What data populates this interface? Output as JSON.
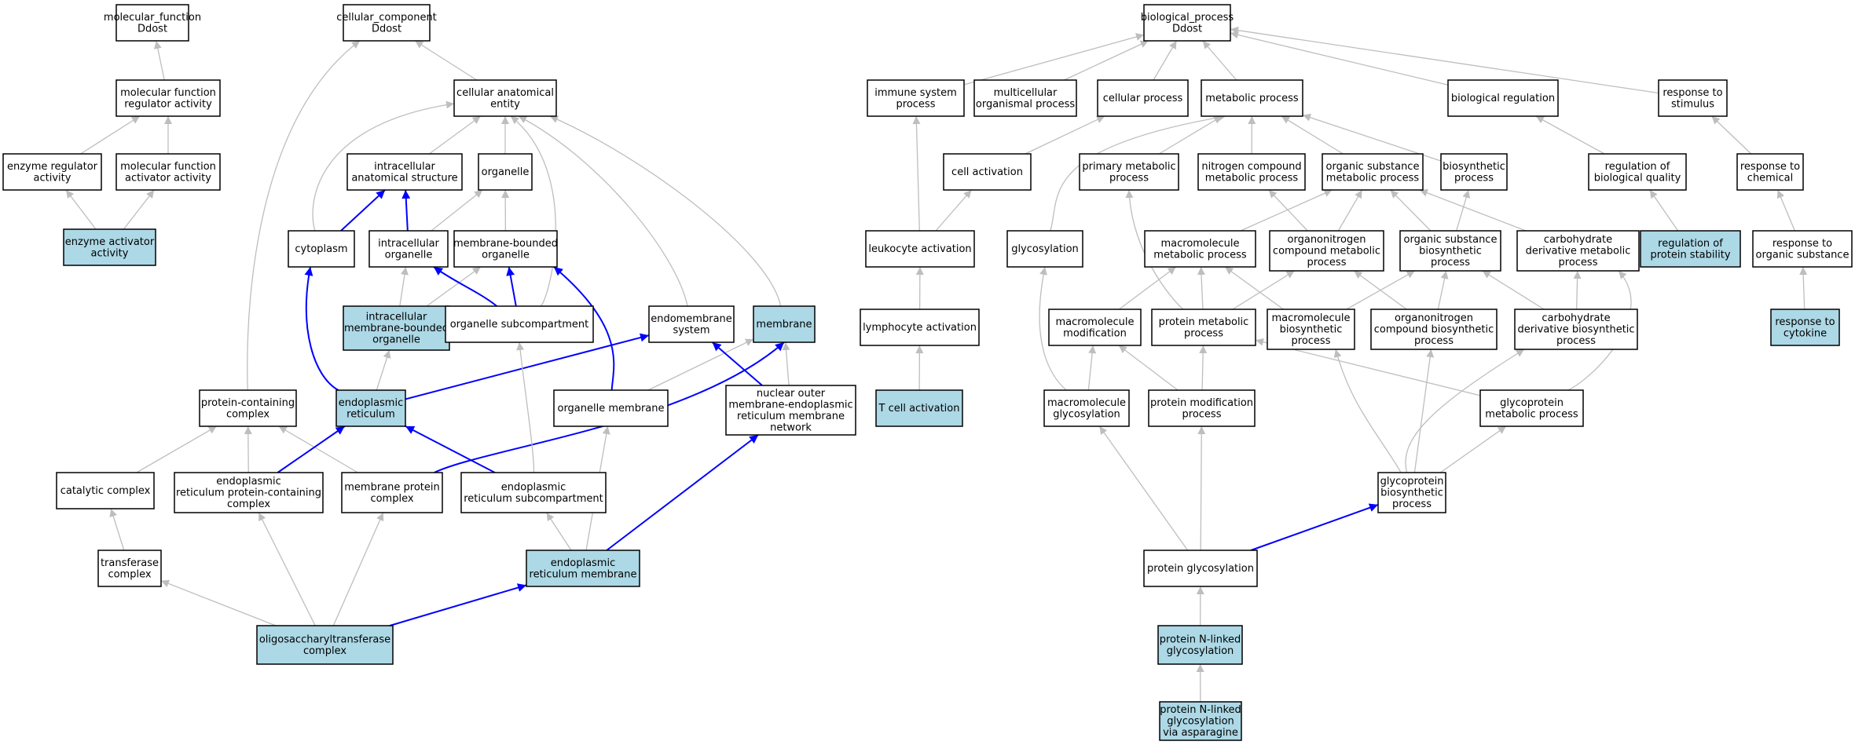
{
  "colors": {
    "highlight_fill": "#add8e6",
    "plain_fill": "#ffffff",
    "is_a_edge": "#bebebe",
    "path_edge": "#0000ff",
    "border": "#000000"
  },
  "nodes": [
    {
      "id": "mf_root",
      "lines": [
        "molecular_function",
        "Ddost"
      ],
      "highlight": false
    },
    {
      "id": "mf_regulator",
      "lines": [
        "molecular function",
        "regulator activity"
      ],
      "highlight": false
    },
    {
      "id": "enzyme_regulator",
      "lines": [
        "enzyme regulator",
        "activity"
      ],
      "highlight": false
    },
    {
      "id": "mf_activator",
      "lines": [
        "molecular function",
        "activator activity"
      ],
      "highlight": false
    },
    {
      "id": "enzyme_activator",
      "lines": [
        "enzyme activator",
        "activity"
      ],
      "highlight": true
    },
    {
      "id": "cc_root",
      "lines": [
        "cellular_component",
        "Ddost"
      ],
      "highlight": false
    },
    {
      "id": "cell_anat",
      "lines": [
        "cellular anatomical",
        "entity"
      ],
      "highlight": false
    },
    {
      "id": "intracell_anat",
      "lines": [
        "intracellular",
        "anatomical structure"
      ],
      "highlight": false
    },
    {
      "id": "organelle",
      "lines": [
        "organelle"
      ],
      "highlight": false
    },
    {
      "id": "cytoplasm",
      "lines": [
        "cytoplasm"
      ],
      "highlight": false
    },
    {
      "id": "intracell_org",
      "lines": [
        "intracellular",
        "organelle"
      ],
      "highlight": false
    },
    {
      "id": "mem_bound_org",
      "lines": [
        "membrane-bounded",
        "organelle"
      ],
      "highlight": false
    },
    {
      "id": "intracell_mem_bound",
      "lines": [
        "intracellular",
        "membrane-bounded",
        "organelle"
      ],
      "highlight": true
    },
    {
      "id": "org_subcomp",
      "lines": [
        "organelle subcompartment"
      ],
      "highlight": false
    },
    {
      "id": "endomembrane",
      "lines": [
        "endomembrane",
        "system"
      ],
      "highlight": false
    },
    {
      "id": "membrane",
      "lines": [
        "membrane"
      ],
      "highlight": true
    },
    {
      "id": "protein_complex",
      "lines": [
        "protein-containing",
        "complex"
      ],
      "highlight": false
    },
    {
      "id": "er",
      "lines": [
        "endoplasmic",
        "reticulum"
      ],
      "highlight": true
    },
    {
      "id": "org_membrane",
      "lines": [
        "organelle membrane"
      ],
      "highlight": false
    },
    {
      "id": "nuclear_outer",
      "lines": [
        "nuclear outer",
        "membrane-endoplasmic",
        "reticulum membrane",
        "network"
      ],
      "highlight": false
    },
    {
      "id": "catalytic",
      "lines": [
        "catalytic complex"
      ],
      "highlight": false
    },
    {
      "id": "er_protein_complex",
      "lines": [
        "endoplasmic",
        "reticulum protein-containing",
        "complex"
      ],
      "highlight": false
    },
    {
      "id": "mem_protein_complex",
      "lines": [
        "membrane protein",
        "complex"
      ],
      "highlight": false
    },
    {
      "id": "er_subcomp",
      "lines": [
        "endoplasmic",
        "reticulum subcompartment"
      ],
      "highlight": false
    },
    {
      "id": "transferase",
      "lines": [
        "transferase",
        "complex"
      ],
      "highlight": false
    },
    {
      "id": "er_membrane",
      "lines": [
        "endoplasmic",
        "reticulum membrane"
      ],
      "highlight": true
    },
    {
      "id": "ost_complex",
      "lines": [
        "oligosaccharyltransferase",
        "complex"
      ],
      "highlight": true
    },
    {
      "id": "bp_root",
      "lines": [
        "biological_process",
        "Ddost"
      ],
      "highlight": false
    },
    {
      "id": "immune",
      "lines": [
        "immune system",
        "process"
      ],
      "highlight": false
    },
    {
      "id": "multicell",
      "lines": [
        "multicellular",
        "organismal process"
      ],
      "highlight": false
    },
    {
      "id": "cellular_proc",
      "lines": [
        "cellular process"
      ],
      "highlight": false
    },
    {
      "id": "metabolic",
      "lines": [
        "metabolic process"
      ],
      "highlight": false
    },
    {
      "id": "bio_reg",
      "lines": [
        "biological regulation"
      ],
      "highlight": false
    },
    {
      "id": "resp_stim",
      "lines": [
        "response to",
        "stimulus"
      ],
      "highlight": false
    },
    {
      "id": "cell_act",
      "lines": [
        "cell activation"
      ],
      "highlight": false
    },
    {
      "id": "primary_met",
      "lines": [
        "primary metabolic",
        "process"
      ],
      "highlight": false
    },
    {
      "id": "nitrogen_met",
      "lines": [
        "nitrogen compound",
        "metabolic process"
      ],
      "highlight": false
    },
    {
      "id": "org_sub_met",
      "lines": [
        "organic substance",
        "metabolic process"
      ],
      "highlight": false
    },
    {
      "id": "biosynthetic",
      "lines": [
        "biosynthetic",
        "process"
      ],
      "highlight": false
    },
    {
      "id": "reg_bio_quality",
      "lines": [
        "regulation of",
        "biological quality"
      ],
      "highlight": false
    },
    {
      "id": "resp_chem",
      "lines": [
        "response to",
        "chemical"
      ],
      "highlight": false
    },
    {
      "id": "leuk_act",
      "lines": [
        "leukocyte activation"
      ],
      "highlight": false
    },
    {
      "id": "glycosylation",
      "lines": [
        "glycosylation"
      ],
      "highlight": false
    },
    {
      "id": "macro_met",
      "lines": [
        "macromolecule",
        "metabolic process"
      ],
      "highlight": false
    },
    {
      "id": "organonitro_met",
      "lines": [
        "organonitrogen",
        "compound metabolic",
        "process"
      ],
      "highlight": false
    },
    {
      "id": "org_sub_bio",
      "lines": [
        "organic substance",
        "biosynthetic",
        "process"
      ],
      "highlight": false
    },
    {
      "id": "carb_met",
      "lines": [
        "carbohydrate",
        "derivative metabolic",
        "process"
      ],
      "highlight": false
    },
    {
      "id": "reg_prot_stab",
      "lines": [
        "regulation of",
        "protein stability"
      ],
      "highlight": true
    },
    {
      "id": "resp_org_sub",
      "lines": [
        "response to",
        "organic substance"
      ],
      "highlight": false
    },
    {
      "id": "lymph_act",
      "lines": [
        "lymphocyte activation"
      ],
      "highlight": false
    },
    {
      "id": "macro_mod",
      "lines": [
        "macromolecule",
        "modification"
      ],
      "highlight": false
    },
    {
      "id": "prot_met",
      "lines": [
        "protein metabolic",
        "process"
      ],
      "highlight": false
    },
    {
      "id": "macro_bio",
      "lines": [
        "macromolecule",
        "biosynthetic",
        "process"
      ],
      "highlight": false
    },
    {
      "id": "organonitro_bio",
      "lines": [
        "organonitrogen",
        "compound biosynthetic",
        "process"
      ],
      "highlight": false
    },
    {
      "id": "carb_bio",
      "lines": [
        "carbohydrate",
        "derivative biosynthetic",
        "process"
      ],
      "highlight": false
    },
    {
      "id": "resp_cytokine",
      "lines": [
        "response to",
        "cytokine"
      ],
      "highlight": true
    },
    {
      "id": "t_cell_act",
      "lines": [
        "T cell activation"
      ],
      "highlight": true
    },
    {
      "id": "macro_glyc",
      "lines": [
        "macromolecule",
        "glycosylation"
      ],
      "highlight": false
    },
    {
      "id": "prot_mod",
      "lines": [
        "protein modification",
        "process"
      ],
      "highlight": false
    },
    {
      "id": "glycoprot_met",
      "lines": [
        "glycoprotein",
        "metabolic process"
      ],
      "highlight": false
    },
    {
      "id": "glycoprot_bio",
      "lines": [
        "glycoprotein",
        "biosynthetic",
        "process"
      ],
      "highlight": false
    },
    {
      "id": "prot_glyc",
      "lines": [
        "protein glycosylation"
      ],
      "highlight": false
    },
    {
      "id": "prot_n_glyc",
      "lines": [
        "protein N-linked",
        "glycosylation"
      ],
      "highlight": true
    },
    {
      "id": "prot_n_glyc_asn",
      "lines": [
        "protein N-linked",
        "glycosylation",
        "via asparagine"
      ],
      "highlight": true
    }
  ],
  "edges": [
    {
      "from": "mf_regulator",
      "to": "mf_root",
      "kind": "is_a"
    },
    {
      "from": "enzyme_regulator",
      "to": "mf_regulator",
      "kind": "is_a"
    },
    {
      "from": "mf_activator",
      "to": "mf_regulator",
      "kind": "is_a"
    },
    {
      "from": "enzyme_activator",
      "to": "enzyme_regulator",
      "kind": "is_a"
    },
    {
      "from": "enzyme_activator",
      "to": "mf_activator",
      "kind": "is_a"
    },
    {
      "from": "cell_anat",
      "to": "cc_root",
      "kind": "is_a"
    },
    {
      "from": "protein_complex",
      "to": "cc_root",
      "kind": "is_a"
    },
    {
      "from": "intracell_anat",
      "to": "cell_anat",
      "kind": "is_a"
    },
    {
      "from": "organelle",
      "to": "cell_anat",
      "kind": "is_a"
    },
    {
      "from": "cytoplasm",
      "to": "cell_anat",
      "kind": "is_a"
    },
    {
      "from": "org_subcomp",
      "to": "cell_anat",
      "kind": "is_a"
    },
    {
      "from": "endomembrane",
      "to": "cell_anat",
      "kind": "is_a"
    },
    {
      "from": "membrane",
      "to": "cell_anat",
      "kind": "is_a"
    },
    {
      "from": "cytoplasm",
      "to": "intracell_anat",
      "kind": "part_of"
    },
    {
      "from": "intracell_org",
      "to": "intracell_anat",
      "kind": "part_of"
    },
    {
      "from": "intracell_org",
      "to": "organelle",
      "kind": "is_a"
    },
    {
      "from": "mem_bound_org",
      "to": "organelle",
      "kind": "is_a"
    },
    {
      "from": "intracell_mem_bound",
      "to": "intracell_org",
      "kind": "is_a"
    },
    {
      "from": "intracell_mem_bound",
      "to": "mem_bound_org",
      "kind": "is_a"
    },
    {
      "from": "org_subcomp",
      "to": "intracell_org",
      "kind": "part_of"
    },
    {
      "from": "org_subcomp",
      "to": "mem_bound_org",
      "kind": "part_of"
    },
    {
      "from": "org_membrane",
      "to": "mem_bound_org",
      "kind": "part_of"
    },
    {
      "from": "er",
      "to": "cytoplasm",
      "kind": "part_of"
    },
    {
      "from": "er",
      "to": "intracell_mem_bound",
      "kind": "is_a"
    },
    {
      "from": "er",
      "to": "endomembrane",
      "kind": "part_of"
    },
    {
      "from": "org_membrane",
      "to": "membrane",
      "kind": "is_a"
    },
    {
      "from": "nuclear_outer",
      "to": "endomembrane",
      "kind": "part_of"
    },
    {
      "from": "nuclear_outer",
      "to": "membrane",
      "kind": "is_a"
    },
    {
      "from": "catalytic",
      "to": "protein_complex",
      "kind": "is_a"
    },
    {
      "from": "er_protein_complex",
      "to": "protein_complex",
      "kind": "is_a"
    },
    {
      "from": "mem_protein_complex",
      "to": "protein_complex",
      "kind": "is_a"
    },
    {
      "from": "er_protein_complex",
      "to": "er",
      "kind": "part_of"
    },
    {
      "from": "mem_protein_complex",
      "to": "membrane",
      "kind": "part_of"
    },
    {
      "from": "er_subcomp",
      "to": "er",
      "kind": "part_of"
    },
    {
      "from": "er_subcomp",
      "to": "org_subcomp",
      "kind": "is_a"
    },
    {
      "from": "transferase",
      "to": "catalytic",
      "kind": "is_a"
    },
    {
      "from": "er_membrane",
      "to": "er_subcomp",
      "kind": "is_a"
    },
    {
      "from": "er_membrane",
      "to": "org_membrane",
      "kind": "is_a"
    },
    {
      "from": "er_membrane",
      "to": "nuclear_outer",
      "kind": "part_of"
    },
    {
      "from": "ost_complex",
      "to": "transferase",
      "kind": "is_a"
    },
    {
      "from": "ost_complex",
      "to": "er_protein_complex",
      "kind": "is_a"
    },
    {
      "from": "ost_complex",
      "to": "mem_protein_complex",
      "kind": "is_a"
    },
    {
      "from": "ost_complex",
      "to": "er_membrane",
      "kind": "part_of"
    },
    {
      "from": "immune",
      "to": "bp_root",
      "kind": "is_a"
    },
    {
      "from": "multicell",
      "to": "bp_root",
      "kind": "is_a"
    },
    {
      "from": "cellular_proc",
      "to": "bp_root",
      "kind": "is_a"
    },
    {
      "from": "metabolic",
      "to": "bp_root",
      "kind": "is_a"
    },
    {
      "from": "bio_reg",
      "to": "bp_root",
      "kind": "is_a"
    },
    {
      "from": "resp_stim",
      "to": "bp_root",
      "kind": "is_a"
    },
    {
      "from": "cell_act",
      "to": "cellular_proc",
      "kind": "is_a"
    },
    {
      "from": "primary_met",
      "to": "metabolic",
      "kind": "is_a"
    },
    {
      "from": "nitrogen_met",
      "to": "metabolic",
      "kind": "is_a"
    },
    {
      "from": "org_sub_met",
      "to": "metabolic",
      "kind": "is_a"
    },
    {
      "from": "biosynthetic",
      "to": "metabolic",
      "kind": "is_a"
    },
    {
      "from": "glycosylation",
      "to": "metabolic",
      "kind": "is_a"
    },
    {
      "from": "reg_bio_quality",
      "to": "bio_reg",
      "kind": "is_a"
    },
    {
      "from": "resp_chem",
      "to": "resp_stim",
      "kind": "is_a"
    },
    {
      "from": "leuk_act",
      "to": "immune",
      "kind": "is_a"
    },
    {
      "from": "leuk_act",
      "to": "cell_act",
      "kind": "is_a"
    },
    {
      "from": "macro_met",
      "to": "org_sub_met",
      "kind": "is_a"
    },
    {
      "from": "organonitro_met",
      "to": "nitrogen_met",
      "kind": "is_a"
    },
    {
      "from": "organonitro_met",
      "to": "org_sub_met",
      "kind": "is_a"
    },
    {
      "from": "org_sub_bio",
      "to": "org_sub_met",
      "kind": "is_a"
    },
    {
      "from": "org_sub_bio",
      "to": "biosynthetic",
      "kind": "is_a"
    },
    {
      "from": "carb_met",
      "to": "org_sub_met",
      "kind": "is_a"
    },
    {
      "from": "reg_prot_stab",
      "to": "reg_bio_quality",
      "kind": "is_a"
    },
    {
      "from": "resp_org_sub",
      "to": "resp_chem",
      "kind": "is_a"
    },
    {
      "from": "lymph_act",
      "to": "leuk_act",
      "kind": "is_a"
    },
    {
      "from": "macro_mod",
      "to": "macro_met",
      "kind": "is_a"
    },
    {
      "from": "prot_met",
      "to": "primary_met",
      "kind": "is_a"
    },
    {
      "from": "prot_met",
      "to": "macro_met",
      "kind": "is_a"
    },
    {
      "from": "prot_met",
      "to": "organonitro_met",
      "kind": "is_a"
    },
    {
      "from": "macro_bio",
      "to": "macro_met",
      "kind": "is_a"
    },
    {
      "from": "macro_bio",
      "to": "org_sub_bio",
      "kind": "is_a"
    },
    {
      "from": "organonitro_bio",
      "to": "organonitro_met",
      "kind": "is_a"
    },
    {
      "from": "organonitro_bio",
      "to": "org_sub_bio",
      "kind": "is_a"
    },
    {
      "from": "carb_bio",
      "to": "org_sub_bio",
      "kind": "is_a"
    },
    {
      "from": "carb_bio",
      "to": "carb_met",
      "kind": "is_a"
    },
    {
      "from": "resp_cytokine",
      "to": "resp_org_sub",
      "kind": "is_a"
    },
    {
      "from": "t_cell_act",
      "to": "lymph_act",
      "kind": "is_a"
    },
    {
      "from": "macro_glyc",
      "to": "glycosylation",
      "kind": "is_a"
    },
    {
      "from": "macro_glyc",
      "to": "macro_mod",
      "kind": "is_a"
    },
    {
      "from": "prot_mod",
      "to": "macro_mod",
      "kind": "is_a"
    },
    {
      "from": "prot_mod",
      "to": "prot_met",
      "kind": "is_a"
    },
    {
      "from": "glycoprot_met",
      "to": "prot_met",
      "kind": "is_a"
    },
    {
      "from": "glycoprot_met",
      "to": "carb_met",
      "kind": "is_a"
    },
    {
      "from": "glycoprot_bio",
      "to": "macro_bio",
      "kind": "is_a"
    },
    {
      "from": "glycoprot_bio",
      "to": "organonitro_bio",
      "kind": "is_a"
    },
    {
      "from": "glycoprot_bio",
      "to": "carb_bio",
      "kind": "is_a"
    },
    {
      "from": "glycoprot_bio",
      "to": "glycoprot_met",
      "kind": "is_a"
    },
    {
      "from": "prot_glyc",
      "to": "macro_glyc",
      "kind": "is_a"
    },
    {
      "from": "prot_glyc",
      "to": "prot_mod",
      "kind": "is_a"
    },
    {
      "from": "prot_glyc",
      "to": "glycoprot_bio",
      "kind": "part_of"
    },
    {
      "from": "prot_n_glyc",
      "to": "prot_glyc",
      "kind": "is_a"
    },
    {
      "from": "prot_n_glyc_asn",
      "to": "prot_n_glyc",
      "kind": "is_a"
    }
  ]
}
